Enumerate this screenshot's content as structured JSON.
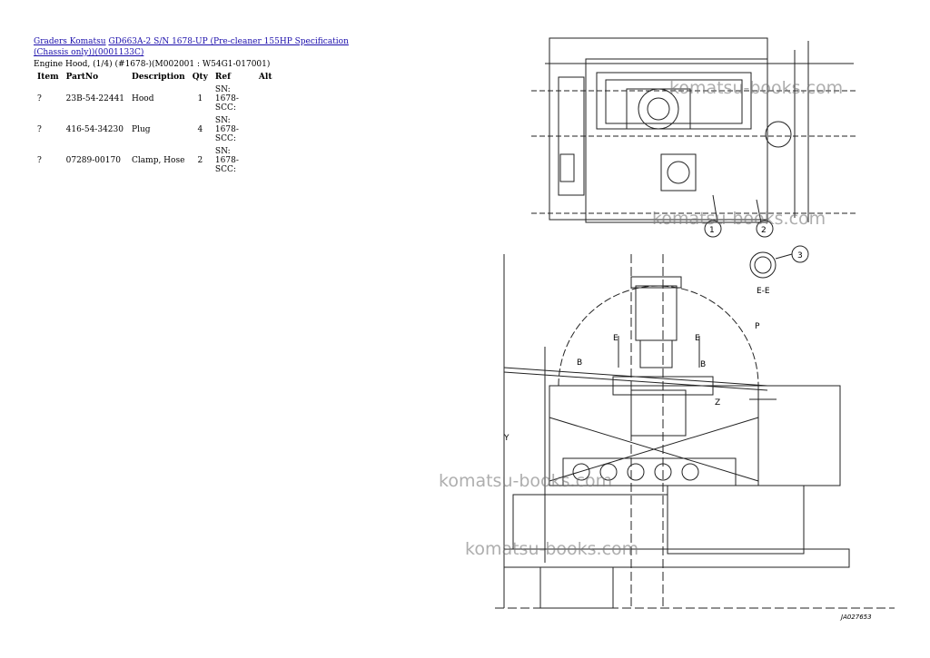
{
  "breadcrumb": {
    "link1": "Graders Komatsu",
    "link2": "GD663A-2 S/N 1678-UP (Pre-cleaner 155HP Specification (Chassis only))(0001133C)"
  },
  "subtitle": "Engine Hood, (1/4) (#1678-)(M002001 : W54G1-017001)",
  "table": {
    "headers": [
      "Item",
      "PartNo",
      "Description",
      "Qty",
      "Ref",
      "Alt"
    ],
    "rows": [
      {
        "item": "?",
        "partno": "23B-54-22441",
        "description": "Hood",
        "qty": "1",
        "ref": "SN: 1678-SCC:",
        "alt": ""
      },
      {
        "item": "?",
        "partno": "416-54-34230",
        "description": "Plug",
        "qty": "4",
        "ref": "SN: 1678-SCC:",
        "alt": ""
      },
      {
        "item": "?",
        "partno": "07289-00170",
        "description": "Clamp, Hose",
        "qty": "2",
        "ref": "SN: 1678-SCC:",
        "alt": ""
      }
    ]
  },
  "drawing": {
    "callouts": [
      "1",
      "2",
      "3"
    ],
    "section_label": "E-E",
    "labels": {
      "p": "P",
      "e1": "E",
      "e2": "E",
      "b1": "B",
      "b2": "B",
      "z": "Z",
      "y": "Y"
    },
    "figure_number": "JA027653"
  },
  "watermark": "komatsu-books.com"
}
